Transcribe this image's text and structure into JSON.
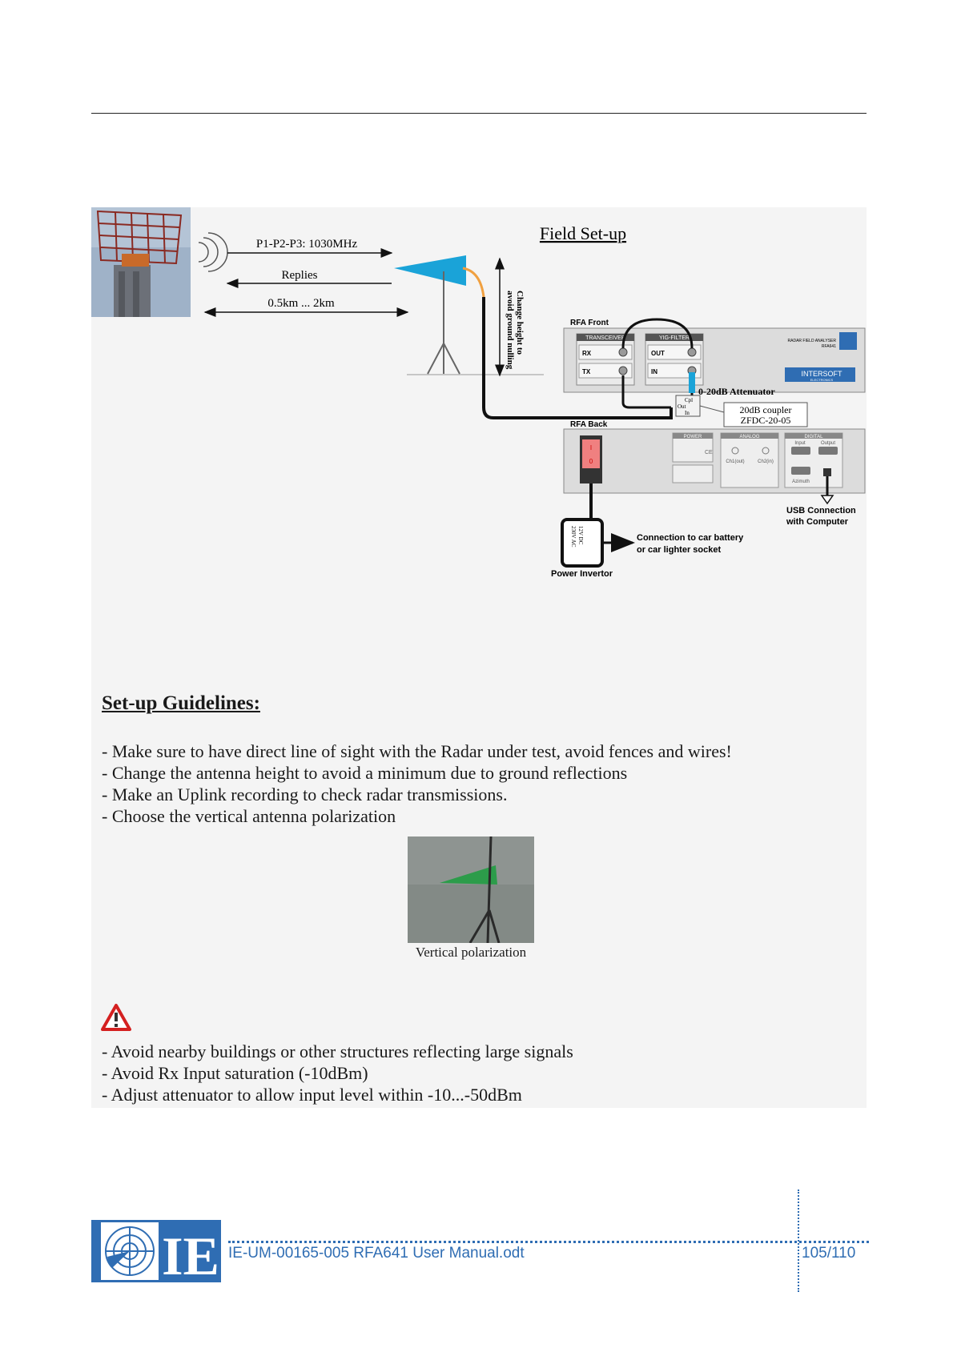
{
  "diagram": {
    "title": "Field Set-up",
    "uplink_label": "P1-P2-P3: 1030MHz",
    "replies_label": "Replies",
    "distance_label": "0.5km ... 2km",
    "height_note_line1": "Change height to",
    "height_note_line2": "avoid ground nulling",
    "rfa_front_label": "RFA Front",
    "transceiver_label": "TRANSCEIVER",
    "yig_filter_label": "YIG-FILTER",
    "rx_label": "RX",
    "tx_label": "TX",
    "out_label": "OUT",
    "in_label": "IN",
    "device_name": "RADAR FIELD ANALYSER",
    "device_model": "RFA641",
    "brand_label": "INTERSOFT",
    "brand_sub": "ELECTRONICS",
    "attenuator_label": "0-20dB Attenuator",
    "coupler_cpl": "Cpl",
    "coupler_out": "Out",
    "coupler_in": "In",
    "coupler_line1": "20dB coupler",
    "coupler_line2": "ZFDC-20-05",
    "rfa_back_label": "RFA Back",
    "power_label": "POWER",
    "analog_label": "ANALOG",
    "digital_label": "DIGITAL",
    "ch1_label": "Ch1(out)",
    "ch2_label": "Ch2(in)",
    "input_label": "Input",
    "output_label": "Output",
    "azimuth_label": "Azimuth",
    "ce_mark": "CE",
    "switch_on": "I",
    "switch_off": "0",
    "usb_line1": "USB Connection",
    "usb_line2": "with Computer",
    "battery_line1": "Connection to car battery",
    "battery_line2": "or car lighter socket",
    "invertor_text1": "12V DC",
    "invertor_text2": "230V AC",
    "invertor_label": "Power Invertor"
  },
  "guidelines": {
    "title": "Set-up Guidelines:",
    "items": [
      "- Make sure to have direct line of sight with the Radar under test, avoid fences and wires!",
      "- Change the antenna height to avoid a minimum due to ground reflections",
      "- Make an Uplink recording to check radar transmissions.",
      "- Choose the vertical antenna polarization"
    ]
  },
  "photo": {
    "caption": "Vertical polarization"
  },
  "warnings": {
    "icon": "warning-triangle-icon",
    "items": [
      "- Avoid nearby buildings or other structures reflecting large signals",
      "- Avoid Rx Input saturation (-10dBm)",
      "- Adjust attenuator to allow input level within -10...-50dBm"
    ]
  },
  "footer": {
    "document": "IE-UM-00165-005 RFA641 User Manual.odt",
    "page": "105/110",
    "logo_letters": "IE"
  },
  "colors": {
    "accent": "#2f6db3",
    "antenna": "#1aa3d8",
    "cable_orange": "#f0a040",
    "switch_red": "#e04040",
    "warning_red": "#d42020",
    "green_antenna": "#2c9c4a"
  }
}
